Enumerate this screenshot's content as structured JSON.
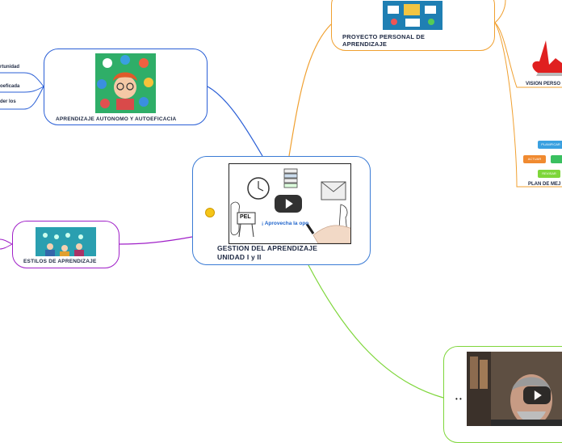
{
  "central": {
    "title_line1": "GESTION DEL APRENDIZAJE",
    "title_line2": "UNIDAD I y II",
    "video_caption": "¡ Aprovecha la opo",
    "pel_label": "PEL"
  },
  "nodes": {
    "autonomo": {
      "title": "APRENDIZAJE AUTONOMO Y AUTOEFICACIA",
      "children": [
        "rtunidad",
        "oeficada",
        "der los"
      ]
    },
    "estilos": {
      "title": "ESTILOS DE APRENDIZAJE"
    },
    "proyecto": {
      "title_line1": "PROYECTO PERSONAL DE",
      "title_line2": "APRENDIZAJE"
    },
    "vision": {
      "title": "VISION PERSO"
    },
    "plan": {
      "title": "PLAN DE MEJ",
      "cycle": [
        "PLANIFICAR",
        "ACTUAR",
        "REVISAR"
      ]
    },
    "video_node": {
      "mark": "• •"
    }
  },
  "colors": {
    "central_border": "#3a7bd5",
    "autonomo_border": "#2a5fd6",
    "estilos_border": "#a020c8",
    "proyecto_border": "#f0a030",
    "video_border": "#7ed63a"
  }
}
